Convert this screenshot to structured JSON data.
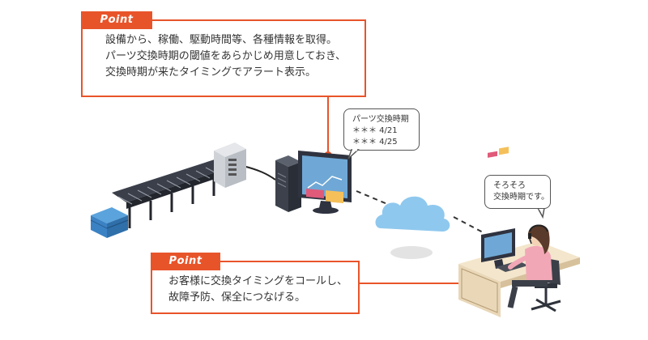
{
  "point1": {
    "tab": "Point",
    "lines": [
      "設備から、稼働、駆動時間等、各種情報を取得。",
      "パーツ交換時期の閾値をあらかじめ用意しておき、",
      "交換時期が来たタイミングでアラート表示。"
    ]
  },
  "point2": {
    "tab": "Point",
    "lines": [
      "お客様に交換タイミングをコールし、",
      "故障予防、保全につなげる。"
    ]
  },
  "bubble_pc": {
    "lines": [
      "パーツ交換時期",
      "＊＊＊ 4/21",
      "＊＊＊ 4/25"
    ]
  },
  "bubble_operator": {
    "lines": [
      "そろそろ",
      "交換時期です。"
    ]
  },
  "colors": {
    "accent": "#e8542a",
    "cloud": "#8fc8ee",
    "monitor_bezel": "#2f3340",
    "desk": "#e9d7b8",
    "operator_shirt": "#f2a7b6"
  }
}
